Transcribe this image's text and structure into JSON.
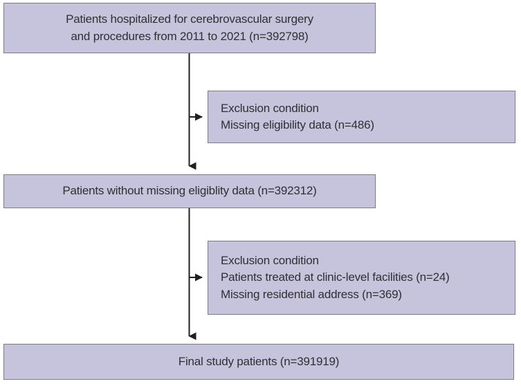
{
  "diagram": {
    "type": "flowchart",
    "title": "Study population selection flow diagram",
    "colors": {
      "node_fill": "#c6c4dc",
      "node_border": "#7c7a86",
      "text": "#2f2f33",
      "connector": "#231f20",
      "background": "#ffffff"
    },
    "nodes": [
      {
        "id": "cohort-initial",
        "kind": "primary",
        "align": "center",
        "lines": [
          "Patients hospitalized for cerebrovascular surgery",
          "and procedures from 2011 to 2021 (n=392798)"
        ]
      },
      {
        "id": "exclusion-1",
        "kind": "exclusion",
        "align": "left",
        "lines": [
          "Exclusion condition",
          "Missing eligibility data (n=486)"
        ]
      },
      {
        "id": "cohort-after-eligibility",
        "kind": "primary",
        "align": "center",
        "lines": [
          "Patients without missing eligiblity data (n=392312)"
        ]
      },
      {
        "id": "exclusion-2",
        "kind": "exclusion",
        "align": "left",
        "lines": [
          "Exclusion condition",
          "Patients treated at clinic-level facilities (n=24)",
          "Missing residential address (n=369)"
        ]
      },
      {
        "id": "cohort-final",
        "kind": "primary",
        "align": "center",
        "lines": [
          "Final study patients (n=391919)"
        ]
      }
    ],
    "connectors": [
      {
        "id": "trunk-1",
        "from": "cohort-initial",
        "to": "cohort-after-eligibility",
        "direction": "down",
        "arrowhead": true
      },
      {
        "id": "branch-1",
        "from": "trunk-1",
        "to": "exclusion-1",
        "direction": "right",
        "arrowhead": true
      },
      {
        "id": "trunk-2",
        "from": "cohort-after-eligibility",
        "to": "cohort-final",
        "direction": "down",
        "arrowhead": true
      },
      {
        "id": "branch-2",
        "from": "trunk-2",
        "to": "exclusion-2",
        "direction": "right",
        "arrowhead": true
      }
    ]
  }
}
